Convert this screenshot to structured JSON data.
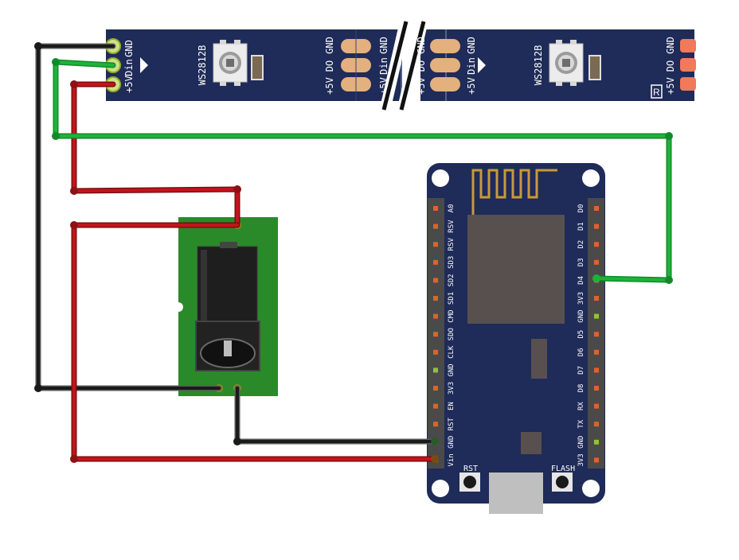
{
  "strip": {
    "pin_gnd": "GND",
    "pin_din": "Din",
    "pin_5v": "+5V",
    "pin_do": "DO",
    "chip": "WS2812B",
    "logo": "R",
    "color": "#1f2b58"
  },
  "board": {
    "left_pins": [
      "A0",
      "RSV",
      "RSV",
      "SD3",
      "SD2",
      "SD1",
      "CMD",
      "SDO",
      "CLK",
      "GND",
      "3V3",
      "EN",
      "RST",
      "GND",
      "Vin"
    ],
    "right_pins": [
      "D0",
      "D1",
      "D2",
      "D3",
      "D4",
      "3V3",
      "GND",
      "D5",
      "D6",
      "D7",
      "D8",
      "RX",
      "TX",
      "GND",
      "3V3"
    ],
    "rst_label": "RST",
    "flash_label": "FLASH",
    "color": "#1f2b58"
  },
  "wires": {
    "red": "#c4141a",
    "black": "#1a1a1a",
    "green": "#1db33a"
  }
}
